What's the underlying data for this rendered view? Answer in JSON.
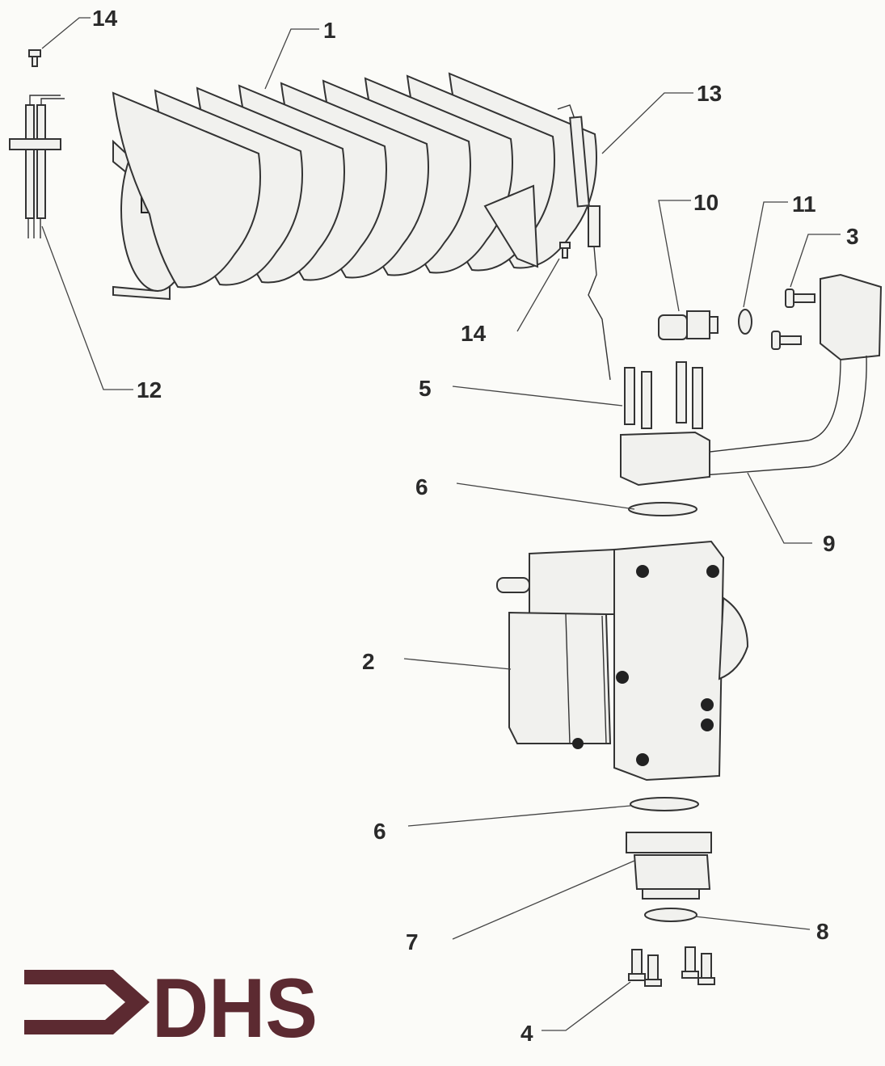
{
  "diagram": {
    "title": "Burner and gas valve assembly exploded view",
    "callouts": [
      {
        "id": "c14a",
        "text": "14"
      },
      {
        "id": "c1",
        "text": "1"
      },
      {
        "id": "c13",
        "text": "13"
      },
      {
        "id": "c10",
        "text": "10"
      },
      {
        "id": "c11",
        "text": "11"
      },
      {
        "id": "c3",
        "text": "3"
      },
      {
        "id": "c14b",
        "text": "14"
      },
      {
        "id": "c12",
        "text": "12"
      },
      {
        "id": "c5",
        "text": "5"
      },
      {
        "id": "c6a",
        "text": "6"
      },
      {
        "id": "c9",
        "text": "9"
      },
      {
        "id": "c2",
        "text": "2"
      },
      {
        "id": "c6b",
        "text": "6"
      },
      {
        "id": "c7",
        "text": "7"
      },
      {
        "id": "c8",
        "text": "8"
      },
      {
        "id": "c4",
        "text": "4"
      }
    ]
  },
  "logo": {
    "text": "DHS",
    "color": "#5c2a31"
  }
}
